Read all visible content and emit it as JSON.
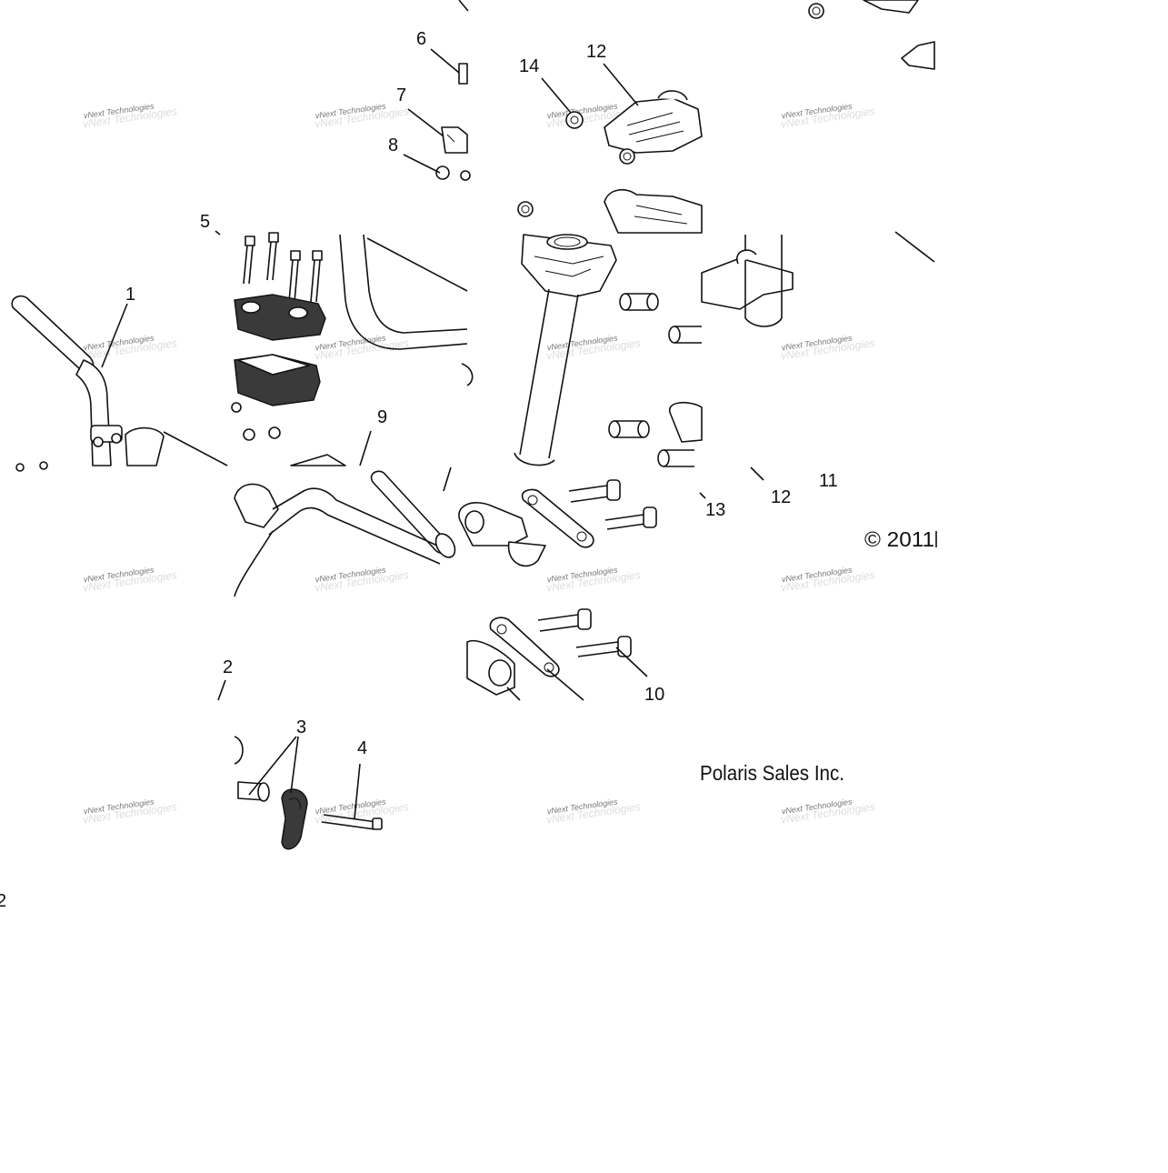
{
  "diagram": {
    "callouts": [
      "1",
      "2",
      "3",
      "4",
      "5",
      "6",
      "7",
      "8",
      "9",
      "10",
      "11",
      "12",
      "12",
      "13",
      "14"
    ],
    "credit_line_1": "Polaris Sales Inc.",
    "credit_line_2": "© 2011",
    "watermark": "vNext Technologies",
    "side_marker": "2"
  }
}
